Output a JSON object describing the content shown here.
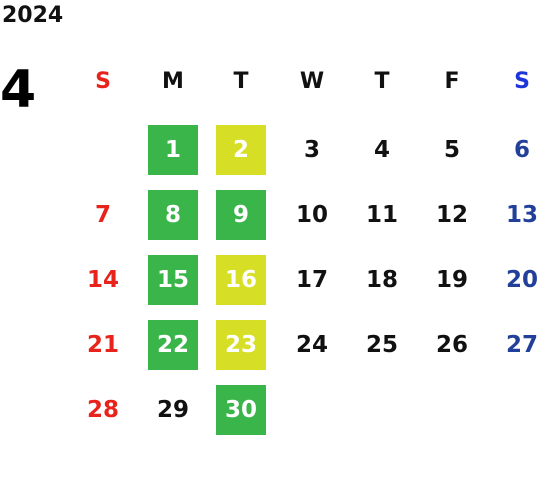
{
  "year": "2024",
  "month": "4",
  "colors": {
    "sunday": "#e8231c",
    "saturday_header": "#1d36d8",
    "saturday": "#22409a",
    "weekday": "#111111",
    "green_bg": "#3ab54a",
    "yellow_bg": "#d6de25",
    "highlight_text": "#ffffff"
  },
  "weekdays": [
    "S",
    "M",
    "T",
    "W",
    "T",
    "F",
    "S"
  ],
  "weeks": [
    [
      {
        "day": "",
        "mark": ""
      },
      {
        "day": "1",
        "mark": "green"
      },
      {
        "day": "2",
        "mark": "yellow"
      },
      {
        "day": "3",
        "mark": ""
      },
      {
        "day": "4",
        "mark": ""
      },
      {
        "day": "5",
        "mark": ""
      },
      {
        "day": "6",
        "mark": ""
      }
    ],
    [
      {
        "day": "7",
        "mark": ""
      },
      {
        "day": "8",
        "mark": "green"
      },
      {
        "day": "9",
        "mark": "green"
      },
      {
        "day": "10",
        "mark": ""
      },
      {
        "day": "11",
        "mark": ""
      },
      {
        "day": "12",
        "mark": ""
      },
      {
        "day": "13",
        "mark": ""
      }
    ],
    [
      {
        "day": "14",
        "mark": ""
      },
      {
        "day": "15",
        "mark": "green"
      },
      {
        "day": "16",
        "mark": "yellow"
      },
      {
        "day": "17",
        "mark": ""
      },
      {
        "day": "18",
        "mark": ""
      },
      {
        "day": "19",
        "mark": ""
      },
      {
        "day": "20",
        "mark": ""
      }
    ],
    [
      {
        "day": "21",
        "mark": ""
      },
      {
        "day": "22",
        "mark": "green"
      },
      {
        "day": "23",
        "mark": "yellow"
      },
      {
        "day": "24",
        "mark": ""
      },
      {
        "day": "25",
        "mark": ""
      },
      {
        "day": "26",
        "mark": ""
      },
      {
        "day": "27",
        "mark": ""
      }
    ],
    [
      {
        "day": "28",
        "mark": ""
      },
      {
        "day": "29",
        "mark": ""
      },
      {
        "day": "30",
        "mark": "green"
      },
      {
        "day": "",
        "mark": ""
      },
      {
        "day": "",
        "mark": ""
      },
      {
        "day": "",
        "mark": ""
      },
      {
        "day": "",
        "mark": ""
      }
    ]
  ]
}
